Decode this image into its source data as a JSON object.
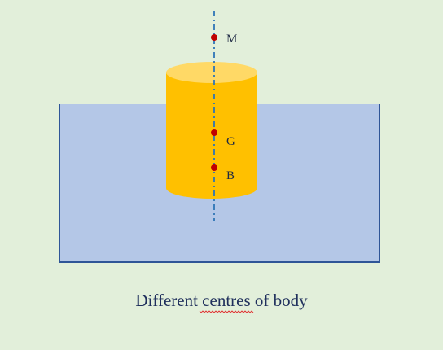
{
  "diagram": {
    "points": {
      "metacentre": "M",
      "centre_of_gravity": "G",
      "centre_of_buoyancy": "B"
    },
    "caption_word_1": "Different",
    "caption_word_2": "centres",
    "caption_word_3": "of body"
  },
  "colors": {
    "background": "#e2efda",
    "water_fill": "#b4c7e7",
    "tank_outline": "#2f5597",
    "cylinder_body": "#ffc000",
    "cylinder_top": "#ffd966",
    "axis_line": "#2e75b6",
    "point_marker": "#c00000",
    "caption_text": "#1f2f5c",
    "spellcheck_underline": "#e03030"
  }
}
